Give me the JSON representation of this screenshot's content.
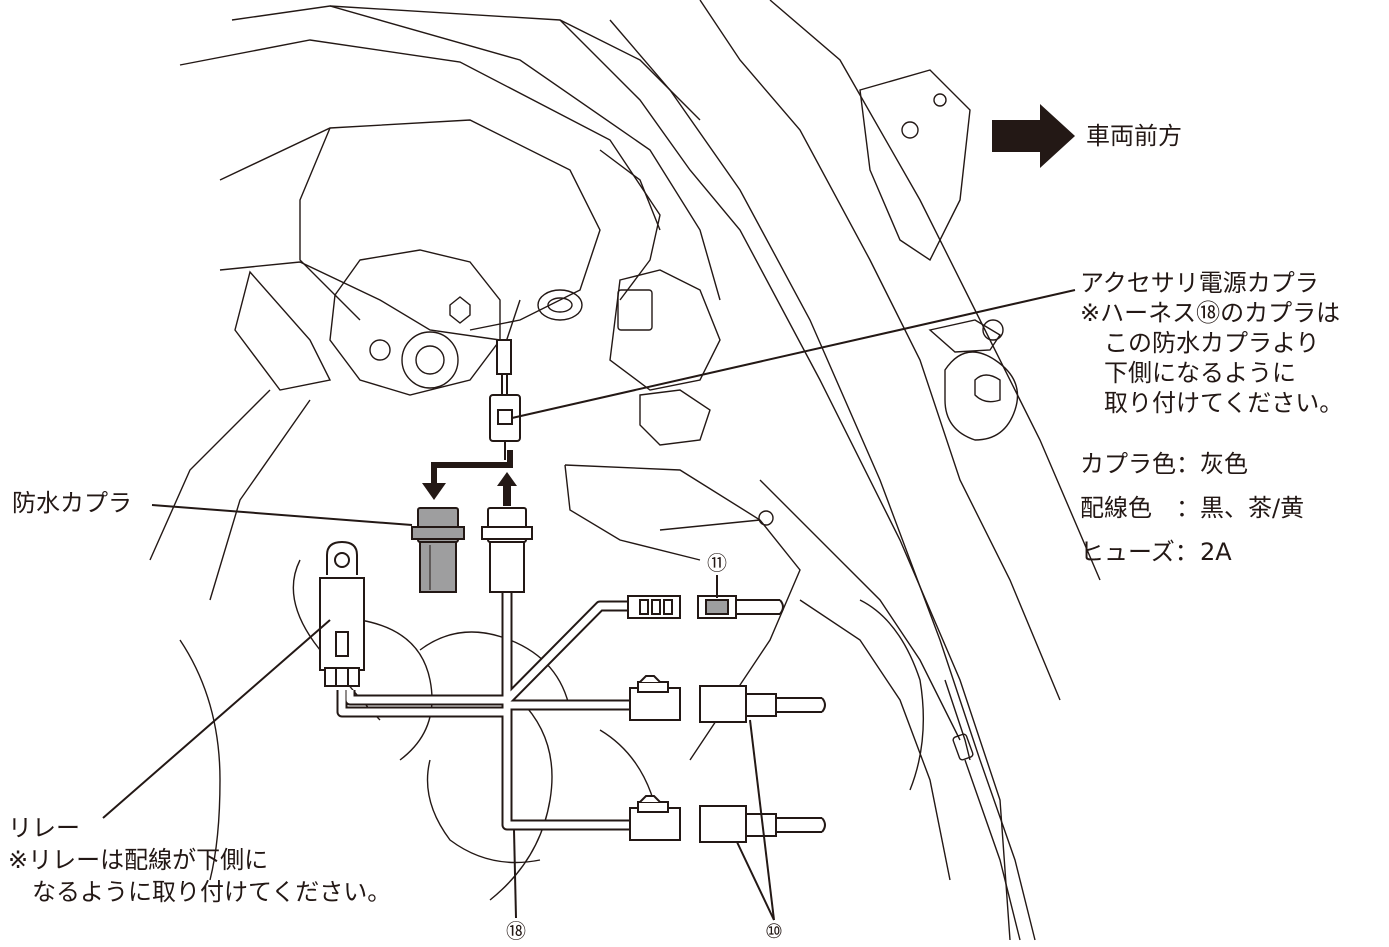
{
  "direction_label": "車両前方",
  "accessory_coupler": {
    "title": "アクセサリ電源カプラ",
    "note_lines": [
      "※ハーネス⑱のカプラは",
      "　この防水カプラより",
      "　下側になるように",
      "　取り付けてください。"
    ]
  },
  "specs": [
    {
      "label": "カプラ色：",
      "value": "灰色"
    },
    {
      "label": "配線色　：",
      "value": "黒、茶/黄"
    },
    {
      "label": "ヒューズ：",
      "value": "2A"
    }
  ],
  "waterproof_coupler_label": "防水カプラ",
  "relay": {
    "title": "リレー",
    "note_lines": [
      "※リレーは配線が下側に",
      "　なるように取り付けてください。"
    ]
  },
  "part_numbers": {
    "p10": "⑩",
    "p11": "⑪",
    "p18": "⑱"
  },
  "colors": {
    "line": "#231815",
    "coupler_gray": "#9e9e9f",
    "background": "#ffffff"
  }
}
